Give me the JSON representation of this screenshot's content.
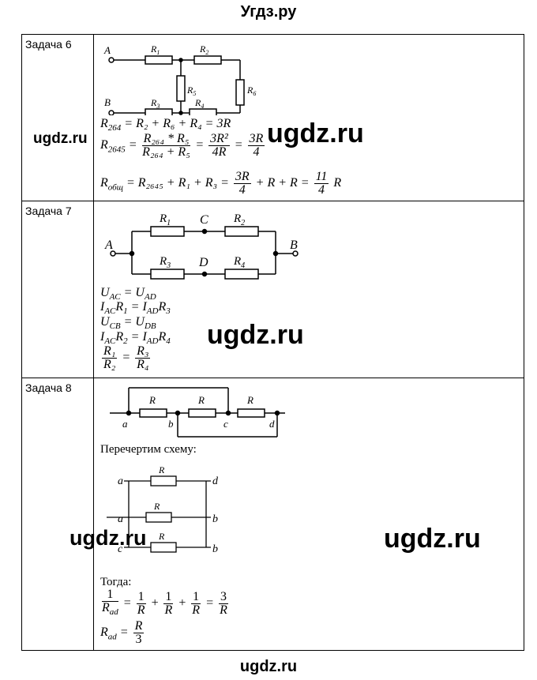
{
  "header": {
    "title": "Угдз.ру"
  },
  "footer": {
    "text": "ugdz.ru"
  },
  "watermarks": [
    "ugdz.ru",
    "ugdz.ru",
    "ugdz.ru",
    "ugdz.ru",
    "ugdz.ru"
  ],
  "tasks": [
    {
      "label": "Задача 6",
      "diagram": {
        "nodes": [
          "A",
          "B"
        ],
        "resistors": [
          "R1",
          "R2",
          "R3",
          "R4",
          "R5",
          "R6"
        ]
      },
      "formulas": {
        "f1_lhs": "R",
        "f1_lhs_sub": "264",
        "f1_rhs": "= R₂ + R₆ + R₄ = 3R",
        "f2_lhs_sub": "2645",
        "f2_num": "R₂₆₄ * R₅",
        "f2_den": "R₂₆₄ + R₅",
        "f2_num2": "3R²",
        "f2_den2": "4R",
        "f2_num3": "3R",
        "f2_den3": "4",
        "f3_lhs_sub": "общ",
        "f3_mid": "= R₂₆₄₅ + R₁ + R₃ =",
        "f3_num": "3R",
        "f3_den": "4",
        "f3_tail": "+ R + R =",
        "f3_num2": "11",
        "f3_den2": "4",
        "f3_end": "R"
      }
    },
    {
      "label": "Задача 7",
      "diagram": {
        "nodes": [
          "A",
          "B",
          "C",
          "D"
        ],
        "resistors": [
          "R1",
          "R2",
          "R3",
          "R4"
        ]
      },
      "formulas": {
        "l1": "U_AC = U_AD",
        "l2": "I_AC R₁ = I_AD R₃",
        "l3": "U_CB = U_DB",
        "l4": "I_AC R₂ = I_AD R₄",
        "l5_num1": "R₁",
        "l5_den1": "R₂",
        "l5_num2": "R₃",
        "l5_den2": "R₄"
      }
    },
    {
      "label": "Задача 8",
      "diagram": {
        "nodes": [
          "a",
          "b",
          "c",
          "d"
        ],
        "resistor_label": "R"
      },
      "redraw_text": "Перечертим схему:",
      "sketch_labels": [
        "a",
        "R",
        "d",
        "a",
        "R",
        "b",
        "c",
        "R",
        "b"
      ],
      "then_text": "Тогда:",
      "formulas": {
        "f1_num": "1",
        "f1_den": "R",
        "f1_den_sub": "ad",
        "f1_t1n": "1",
        "f1_t1d": "R",
        "f1_t2n": "1",
        "f1_t2d": "R",
        "f1_t3n": "1",
        "f1_t3d": "R",
        "f1_rn": "3",
        "f1_rd": "R",
        "f2_num": "R",
        "f2_den": "3"
      }
    }
  ]
}
